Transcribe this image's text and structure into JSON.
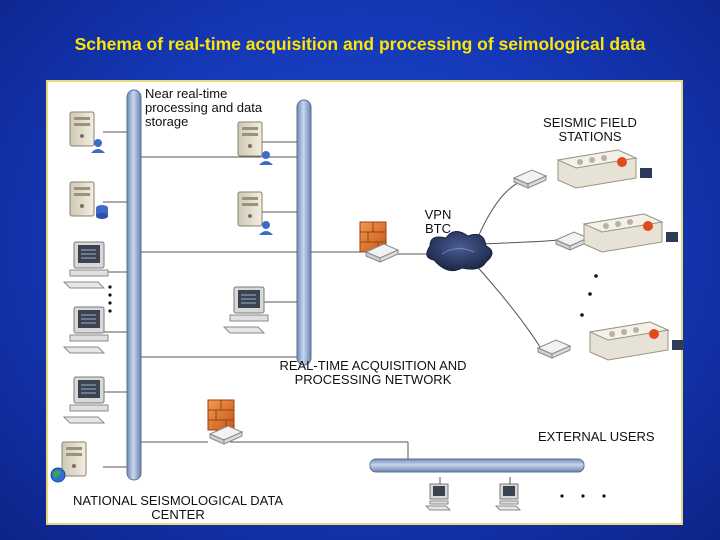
{
  "title": "Schema of real-time acquisition and processing of seimological data",
  "labels": {
    "near_rt": "Near real-time\nprocessing and data\nstorage",
    "field_stations": "SEISMIC FIELD\nSTATIONS",
    "vpn": "VPN\nBTC",
    "network": "REAL-TIME ACQUISITION AND\nPROCESSING NETWORK",
    "external_users": "EXTERNAL USERS",
    "data_center": "NATIONAL SEISMOLOGICAL DATA\nCENTER"
  },
  "colors": {
    "background": "#1437b5",
    "title": "#ffe600",
    "bus": "#8fa8d0",
    "cloud": "#2b3a6a",
    "firewall": "#e07830"
  },
  "icons": [
    "server-icon",
    "computer-icon",
    "firewall-icon",
    "cloud-icon",
    "modem-icon",
    "seismic-station-icon",
    "globe-icon"
  ]
}
